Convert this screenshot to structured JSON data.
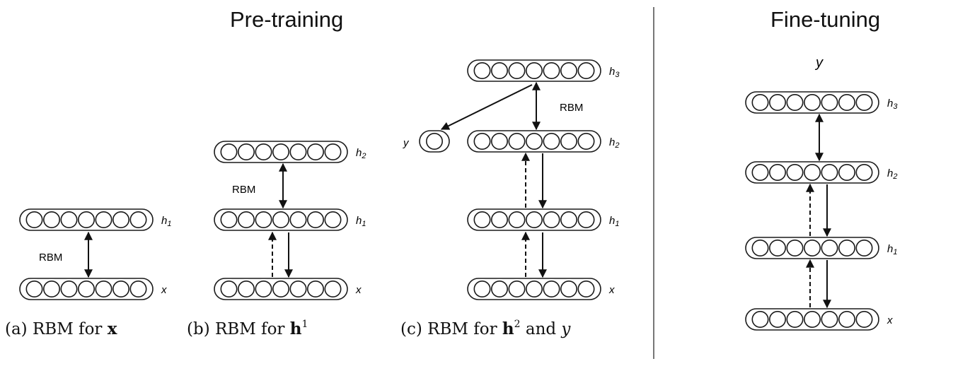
{
  "headers": {
    "pretraining": "Pre-training",
    "finetuning": "Fine-tuning"
  },
  "captions": {
    "a": {
      "prefix": "(a) RBM for ",
      "var": "x"
    },
    "b": {
      "prefix": "(b) RBM for ",
      "var": "h",
      "sup": "1"
    },
    "c": {
      "prefix": "(c) RBM for ",
      "var": "h",
      "sup": "2",
      "mid": " and ",
      "last": "y"
    }
  },
  "labels": {
    "rbm": "RBM",
    "x": "x",
    "h1": "h1",
    "h2": "h2",
    "h3": "h3",
    "y": "y"
  },
  "units_per_layer": 7
}
